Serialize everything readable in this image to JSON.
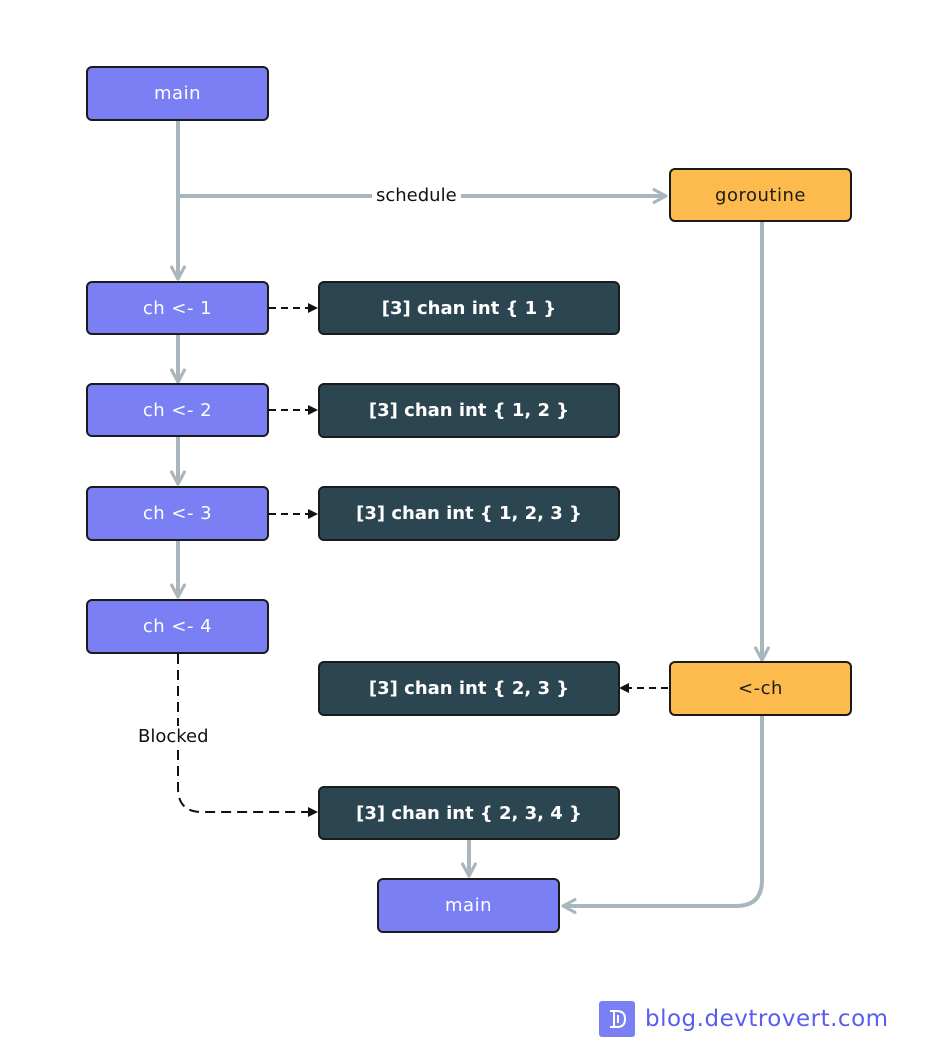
{
  "nodes": {
    "main_start": "main",
    "goroutine": "goroutine",
    "send1": "ch <- 1",
    "send2": "ch <- 2",
    "send3": "ch <- 3",
    "send4": "ch <- 4",
    "buf1": "[3] chan int { 1 }",
    "buf2": "[3] chan int { 1, 2 }",
    "buf3": "[3] chan int { 1, 2, 3 }",
    "receive": "<-ch",
    "buf_after_receive": "[3] chan int { 2, 3 }",
    "buf_final": "[3] chan int { 2, 3, 4 }",
    "main_end": "main"
  },
  "labels": {
    "schedule": "schedule",
    "blocked": "Blocked"
  },
  "brand": {
    "text": "blog.devtrovert.com",
    "logo_icon": "devtrovert-logo-icon"
  },
  "colors": {
    "main_flow": "#7b7ff4",
    "goroutine_flow": "#fcbb4c",
    "channel_buffer": "#2c4651",
    "arrow": "#aab6bd"
  }
}
